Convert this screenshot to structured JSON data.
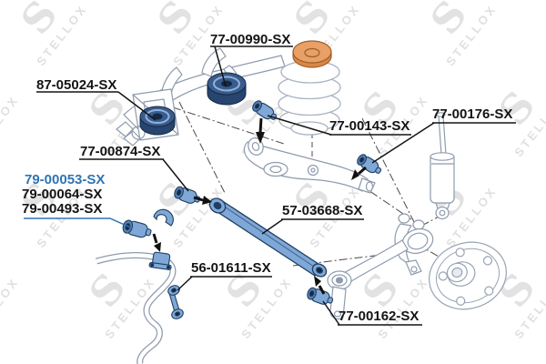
{
  "watermark": {
    "logo": "S",
    "text": "STELLOX"
  },
  "colors": {
    "link_blue": "#2e74b5",
    "part_blue": "#7fa8d6",
    "part_blue_dark": "#1f3e63",
    "outline_gray": "#8e9bad",
    "mount_orange": "#e8a066"
  },
  "labels": {
    "spring_mount": "77-00990-SX",
    "subframe_bushing": "87-05024-SX",
    "shock_mount": "77-00176-SX",
    "arm_bushing_inner": "77-00143-SX",
    "rod_bushing_front": "77-00874-SX",
    "stab_bushing_a": "79-00053-SX",
    "stab_bushing_b": "79-00064-SX",
    "stab_bushing_c": "79-00493-SX",
    "stab_link": "56-01611-SX",
    "trailing_rod": "57-03668-SX",
    "arm_bushing_rear": "77-00162-SX"
  }
}
